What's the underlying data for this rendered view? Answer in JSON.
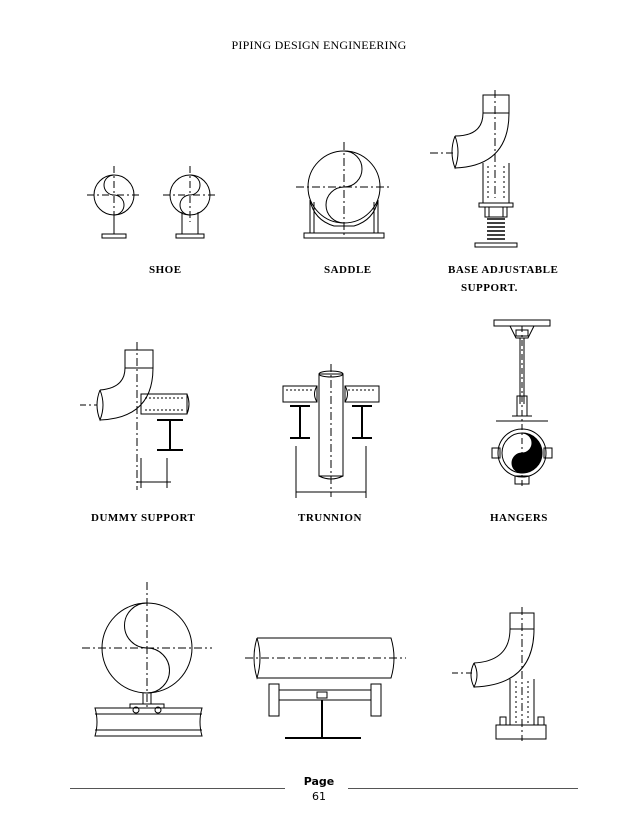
{
  "header": {
    "title": "PIPING DESIGN ENGINEERING"
  },
  "labels": {
    "shoe": "SHOE",
    "saddle": "SADDLE",
    "base_adjustable_line1": "BASE ADJUSTABLE",
    "base_adjustable_line2": "SUPPORT.",
    "dummy_support": "DUMMY SUPPORT",
    "trunnion": "TRUNNION",
    "hangers": "HANGERS"
  },
  "footer": {
    "page_label": "Page",
    "page_number": "61"
  }
}
